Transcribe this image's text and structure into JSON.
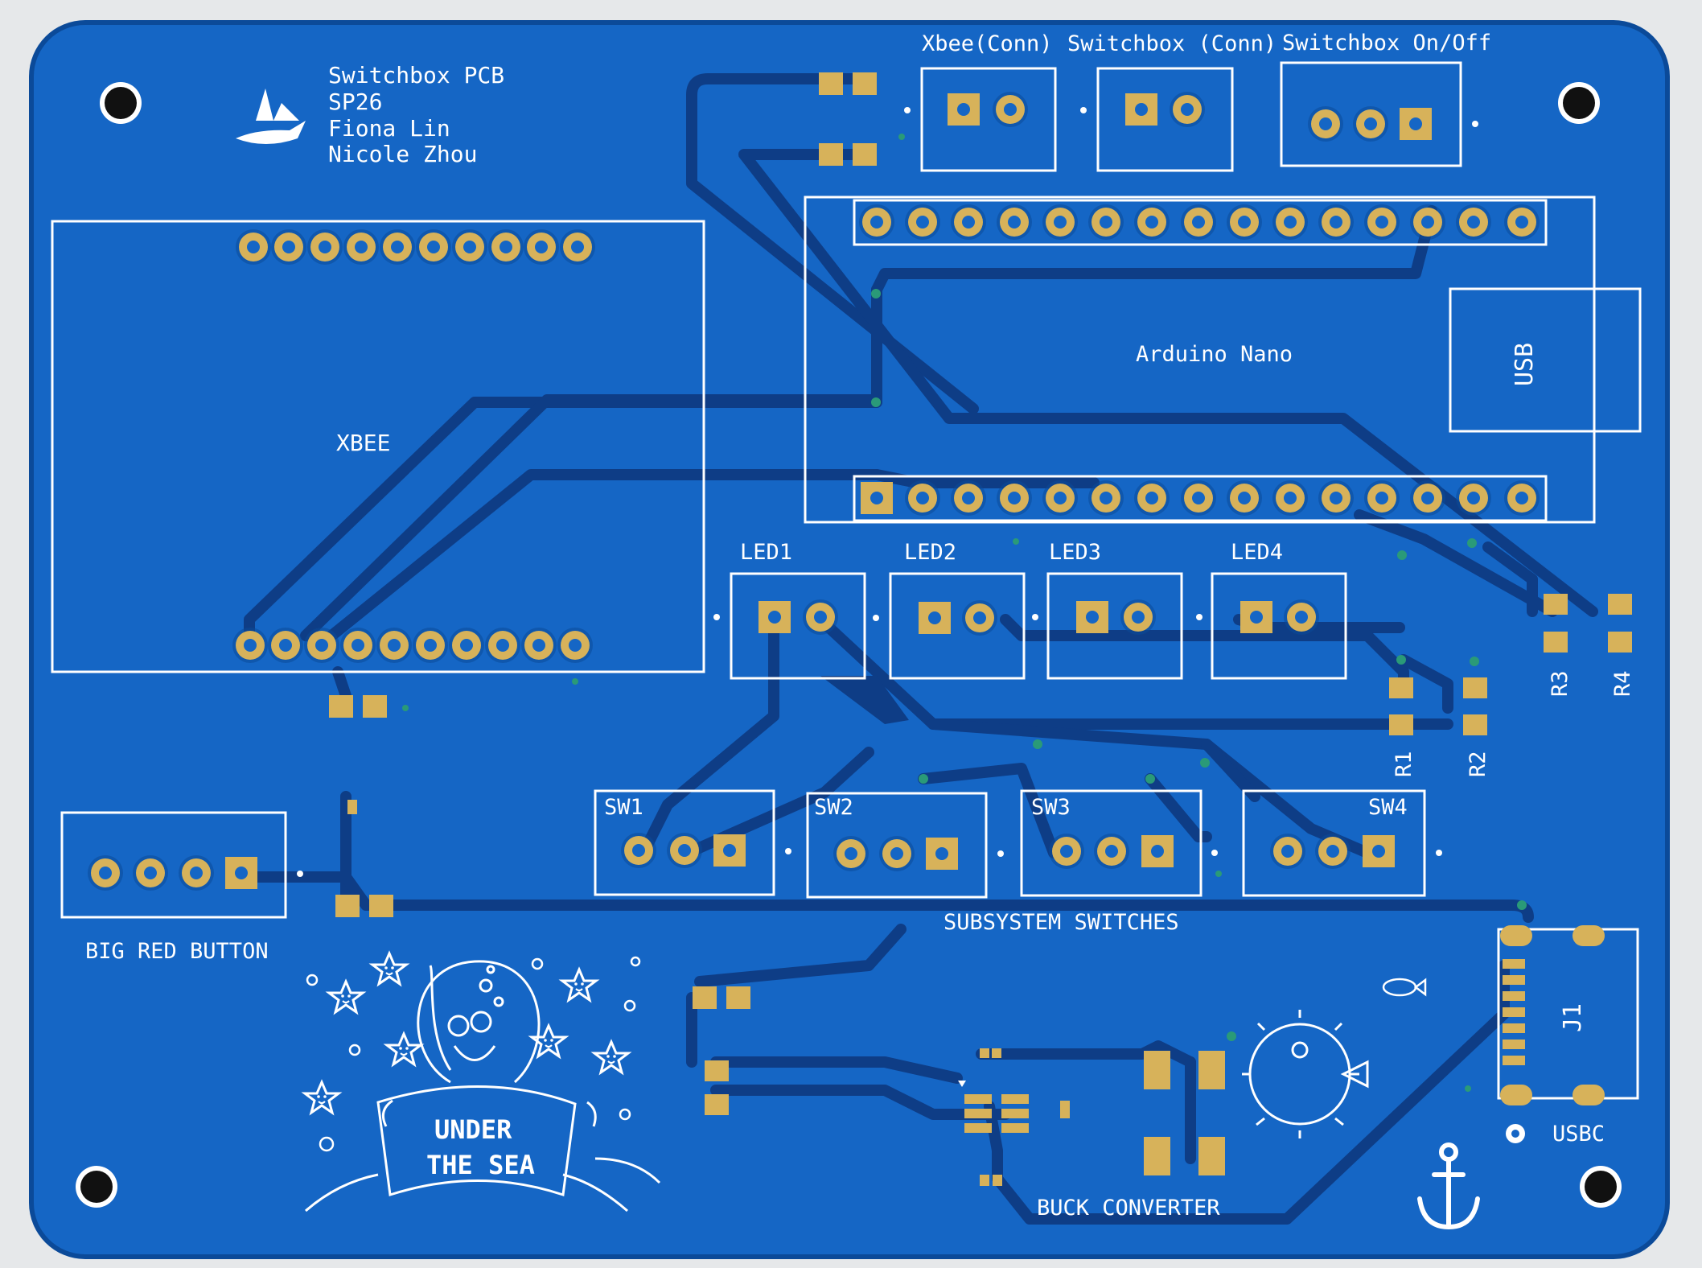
{
  "colors": {
    "background": "#e6e8ea",
    "board": "#1566c5",
    "board_edge": "#0b4a99",
    "trace": "#0e3d86",
    "silkscreen": "#ffffff",
    "pad_gold": "#d7b25a",
    "via": "#2a9a78"
  },
  "title_block": {
    "line1": "Switchbox PCB",
    "line2": "SP26",
    "line3": "Fiona Lin",
    "line4": "Nicole Zhou"
  },
  "labels": {
    "xbee_conn": "Xbee(Conn)",
    "switchbox_conn": "Switchbox (Conn)",
    "switchbox_onoff": "Switchbox On/Off",
    "xbee": "XBEE",
    "arduino": "Arduino Nano",
    "usb": "USB",
    "led1": "LED1",
    "led2": "LED2",
    "led3": "LED3",
    "led4": "LED4",
    "r1": "R1",
    "r2": "R2",
    "r3": "R3",
    "r4": "R4",
    "sw1": "SW1",
    "sw2": "SW2",
    "sw3": "SW3",
    "sw4": "SW4",
    "subsystem_switches": "SUBSYSTEM SWITCHES",
    "big_red_button": "BIG RED BUTTON",
    "j1": "J1",
    "usbc": "USBC",
    "buck_converter": "BUCK CONVERTER",
    "artwork_line1": "UNDER",
    "artwork_line2": "THE SEA"
  },
  "icons": [
    "logo-boat-icon",
    "anchor-icon",
    "pufferfish-icon",
    "small-fish-icon",
    "octopus-icon",
    "starfish-icon",
    "mounting-hole-icon"
  ]
}
